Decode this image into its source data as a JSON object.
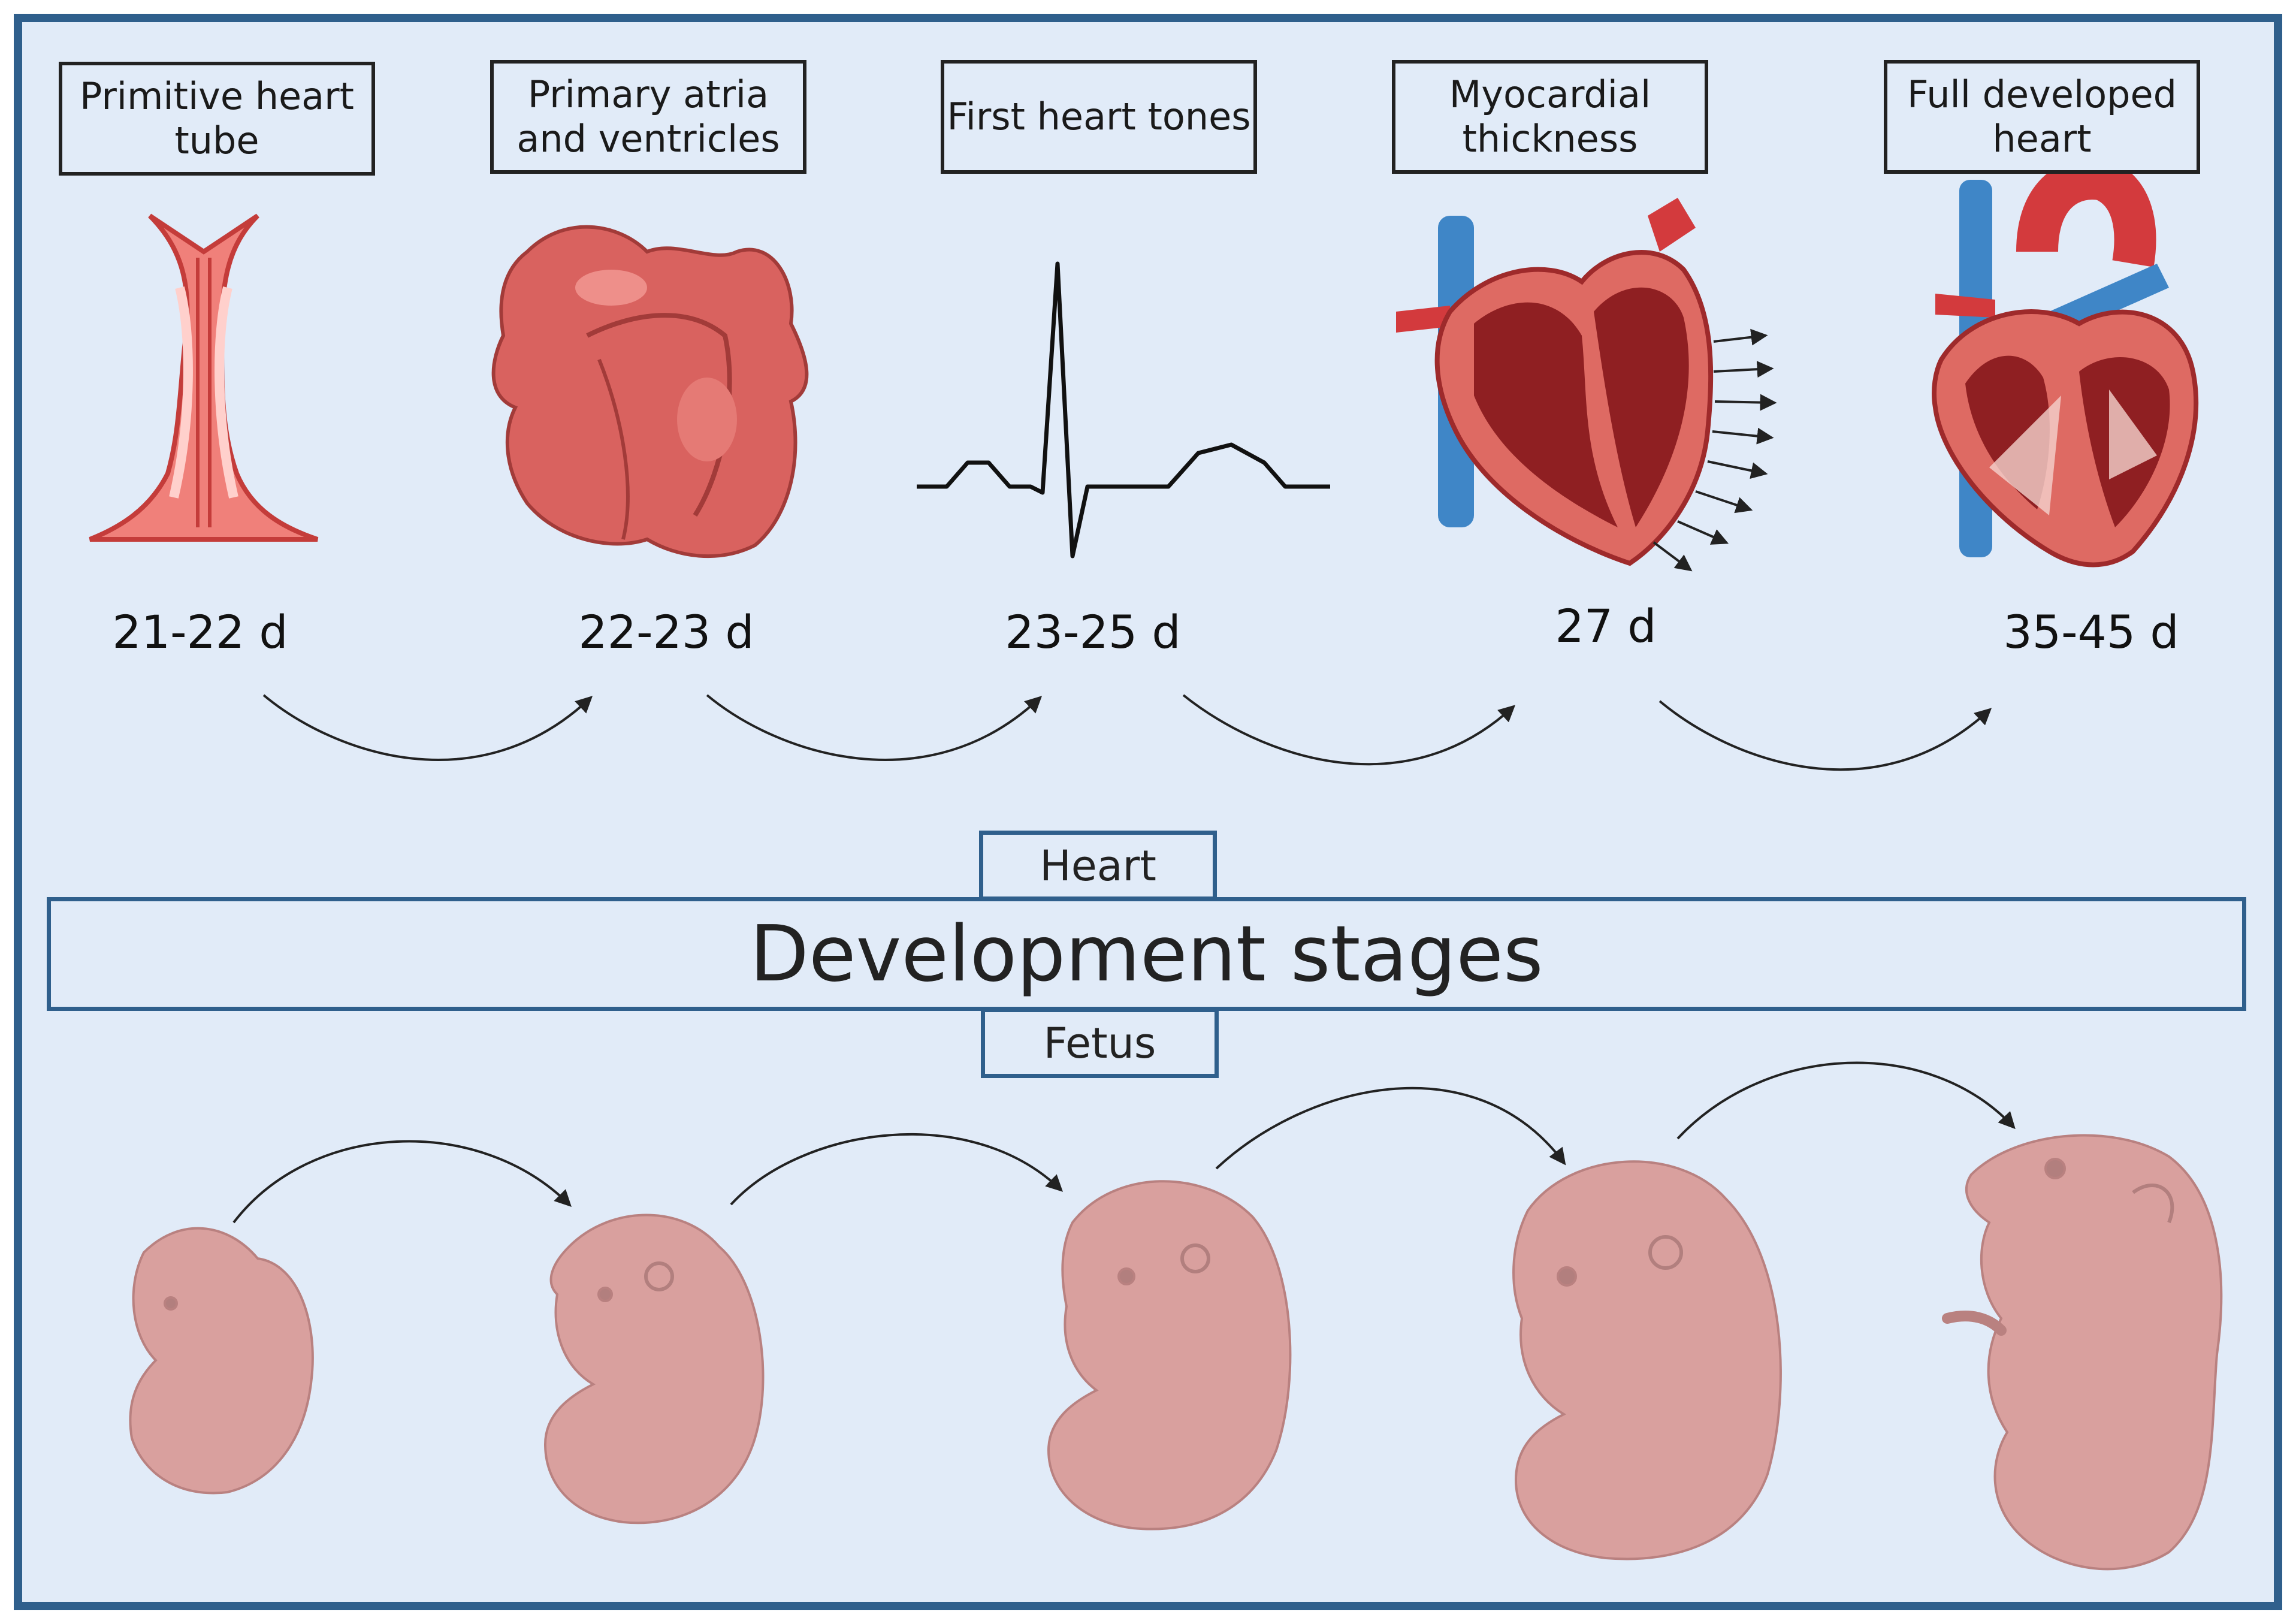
{
  "stages": [
    {
      "label": "Primitive heart\ntube",
      "day": "21-22 d"
    },
    {
      "label": "Primary atria\nand ventricles",
      "day": "22-23 d"
    },
    {
      "label": "First heart tones",
      "day": "23-25 d"
    },
    {
      "label": "Myocardial\nthickness",
      "day": "27 d"
    },
    {
      "label": "Full developed\nheart",
      "day": "35-45 d"
    }
  ],
  "center": {
    "top_tag": "Heart",
    "title": "Development stages",
    "bottom_tag": "Fetus"
  },
  "colors": {
    "background": "#e1ebf8",
    "frame": "#2f5f8c",
    "heart": "#d9625f",
    "heart_dark": "#9e2a2b",
    "vein": "#3f86c7",
    "fetus": "#d9a09e"
  }
}
